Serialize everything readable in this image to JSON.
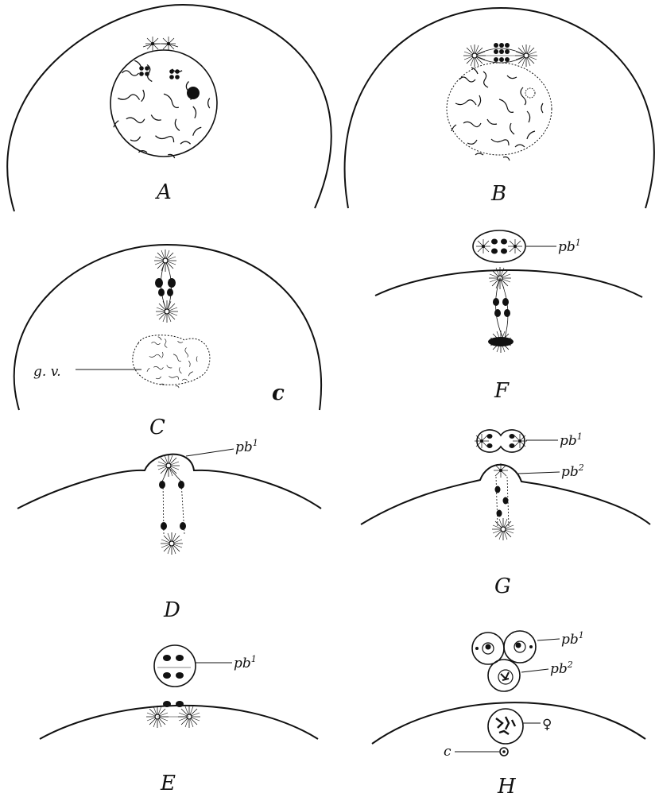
{
  "figure": {
    "panels": [
      {
        "id": "A",
        "label": "A"
      },
      {
        "id": "B",
        "label": "B"
      },
      {
        "id": "C",
        "label": "C",
        "corner_mark": "c"
      },
      {
        "id": "D",
        "label": "D"
      },
      {
        "id": "E",
        "label": "E"
      },
      {
        "id": "F",
        "label": "F"
      },
      {
        "id": "G",
        "label": "G"
      },
      {
        "id": "H",
        "label": "H"
      }
    ],
    "annotations": {
      "gv": "g. v.",
      "pb": "pb",
      "sup1": "1",
      "sup2": "2",
      "c": "c",
      "female_symbol": "♀"
    }
  }
}
